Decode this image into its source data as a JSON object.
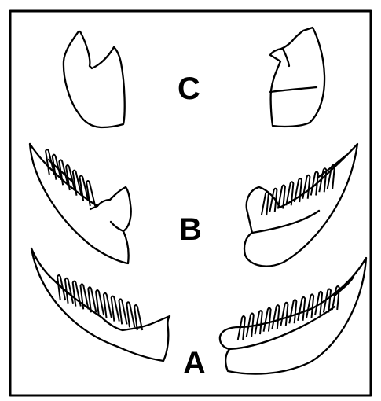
{
  "labels": {
    "c": "C",
    "b": "B",
    "a": "A"
  },
  "colors": {
    "ink": "#000000",
    "background": "#ffffff"
  }
}
